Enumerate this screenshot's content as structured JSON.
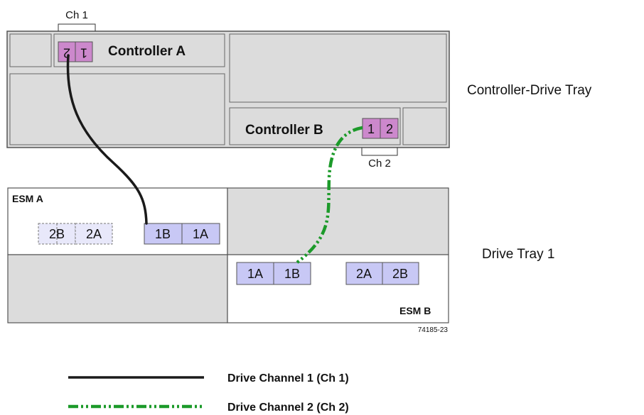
{
  "controller_drive_tray": {
    "label": "Controller-Drive Tray",
    "controller_a": {
      "label": "Controller A",
      "port_1": "1",
      "port_2": "2",
      "bracket": "Ch 1"
    },
    "controller_b": {
      "label": "Controller B",
      "port_1": "1",
      "port_2": "2",
      "bracket": "Ch 2"
    }
  },
  "drive_tray": {
    "label": "Drive Tray 1",
    "esm_a": {
      "label": "ESM A",
      "ports_dashed": [
        "2B",
        "2A"
      ],
      "ports": [
        "1B",
        "1A"
      ]
    },
    "esm_b": {
      "label": "ESM B",
      "ports_left": [
        "1A",
        "1B"
      ],
      "ports_right": [
        "2A",
        "2B"
      ]
    }
  },
  "figure_id": "74185-23",
  "legend": {
    "ch1": "Drive Channel 1 (Ch 1)",
    "ch2": "Drive Channel 2 (Ch 2)"
  },
  "colors": {
    "channel_1": "#1a1a1a",
    "channel_2": "#1c9a2a",
    "controller_port": "#cc88cc",
    "esm_port": "#c8c8f5",
    "tray_fill": "#dcdcdc"
  }
}
